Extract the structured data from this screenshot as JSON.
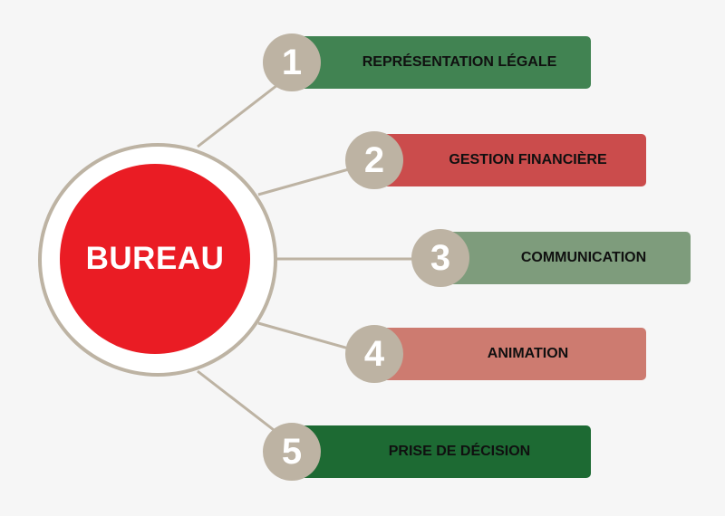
{
  "hub": {
    "label": "BUREAU",
    "color": "#ea1c24",
    "ring_color": "#bdb3a3"
  },
  "items": [
    {
      "number": "1",
      "label": "REPRÉSENTATION LÉGALE",
      "color": "#418352"
    },
    {
      "number": "2",
      "label": "GESTION FINANCIÈRE",
      "color": "#cb4c4c"
    },
    {
      "number": "3",
      "label": "COMMUNICATION",
      "color": "#7e9c7c"
    },
    {
      "number": "4",
      "label": "ANIMATION",
      "color": "#cd7b70"
    },
    {
      "number": "5",
      "label": "PRISE DE DÉCISION",
      "color": "#1d6a33"
    }
  ],
  "connector_color": "#bdb3a3",
  "badge_color": "#bdb3a3"
}
